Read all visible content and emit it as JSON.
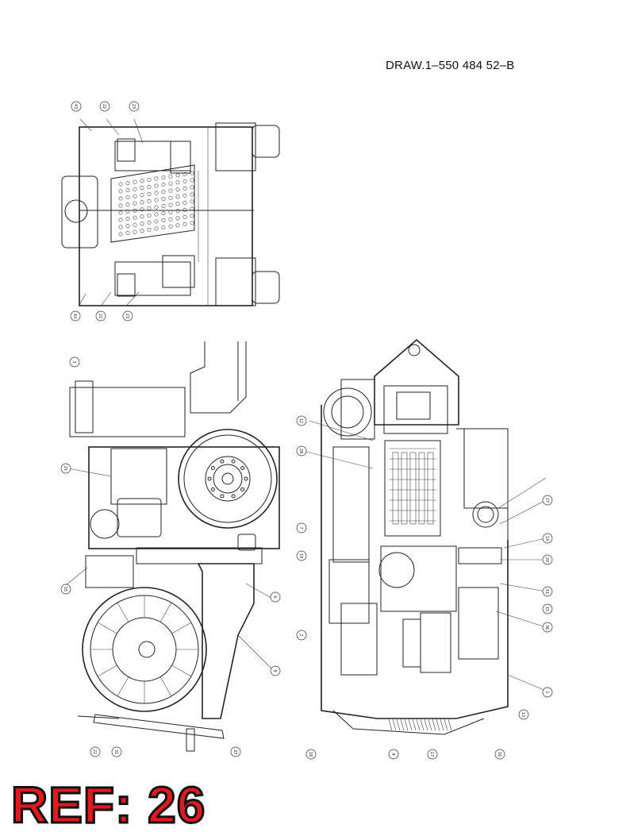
{
  "drawing_number": "DRAW.1–550 484 52–B",
  "ref_label": "REF: 26",
  "balloons_top": [
    "43",
    "22",
    "23",
    "43",
    "22",
    "23"
  ],
  "balloons_left": [
    "3",
    "21",
    "7",
    "6",
    "15",
    "2",
    "9",
    "31",
    "33",
    "19",
    "22"
  ],
  "balloons_right": [
    "12",
    "28",
    "18",
    "27",
    "14",
    "20",
    "15",
    "36",
    "11",
    "13",
    "16",
    "17",
    "4",
    "1"
  ]
}
